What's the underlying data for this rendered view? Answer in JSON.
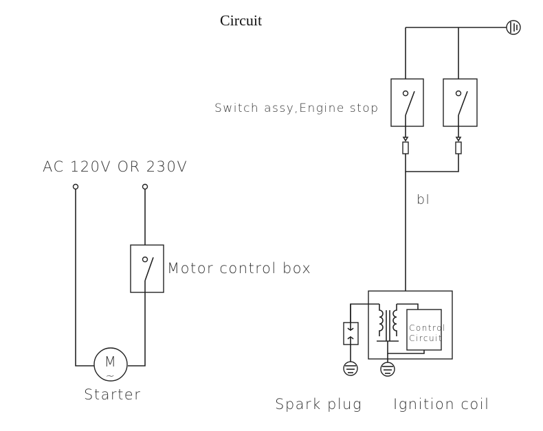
{
  "title": "Circuit",
  "labels": {
    "power_source": "AC  120V  OR  230V",
    "motor_control_box": "Motor  control  box",
    "motor_symbol": "M",
    "motor_ac": "~",
    "starter": "Starter",
    "switch_assy": "Switch  assy,Engine  stop",
    "wire_color": "bl",
    "control_circuit_line1": "Control",
    "control_circuit_line2": "Circuit",
    "spark_plug": "Spark  plug",
    "ignition_coil": "Ignition  coil"
  },
  "icons": {
    "ground": "ground-symbol",
    "switch": "switch-symbol",
    "motor": "motor-symbol",
    "transformer": "coil-symbol",
    "connector": "connector-symbol"
  }
}
